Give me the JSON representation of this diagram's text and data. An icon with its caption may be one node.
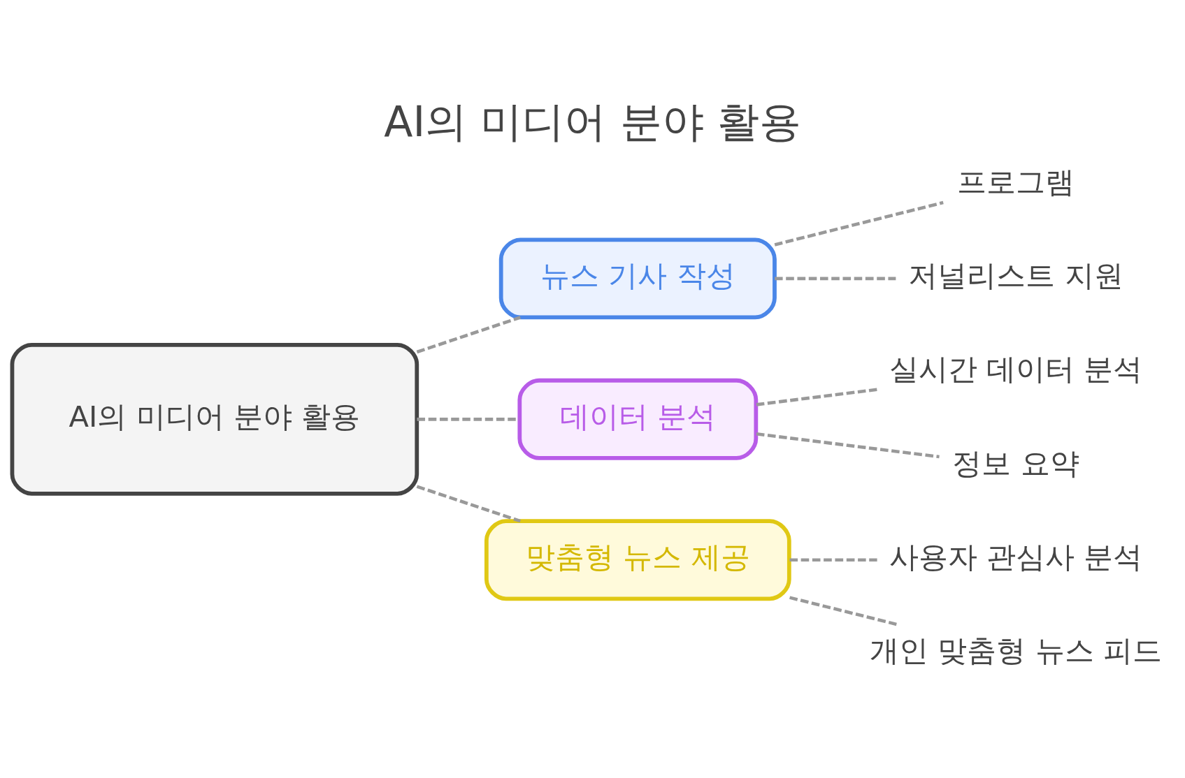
{
  "diagram": {
    "title": "AI의 미디어 분야 활용",
    "nodes": [
      {
        "text": [
          "AI의 미디어 분야 활용"
        ]
      },
      {
        "text": [
          "뉴스 기사 작성"
        ]
      },
      {
        "text": [
          "프로그램"
        ]
      },
      {
        "text": [
          "저널리스트 지원"
        ]
      },
      {
        "text": [
          "데이터 분석"
        ]
      },
      {
        "text": [
          "실시간 데이터 분석"
        ]
      },
      {
        "text": [
          "정보 요약"
        ]
      },
      {
        "text": [
          "맞춤형 뉴스 제공"
        ]
      },
      {
        "text": [
          "사용자 관심사 분석"
        ]
      },
      {
        "text": [
          "개인 맞춤형 뉴스 피드"
        ]
      }
    ],
    "edges": [
      {
        "from": 0,
        "to": 1,
        "arrow": "none",
        "style": "dashed"
      },
      {
        "from": 1,
        "to": 2,
        "arrow": "none",
        "style": "dashed"
      },
      {
        "from": 1,
        "to": 3,
        "arrow": "none",
        "style": "dashed"
      },
      {
        "from": 0,
        "to": 4,
        "arrow": "none",
        "style": "dashed"
      },
      {
        "from": 4,
        "to": 5,
        "arrow": "none",
        "style": "dashed"
      },
      {
        "from": 4,
        "to": 6,
        "arrow": "none",
        "style": "dashed"
      },
      {
        "from": 0,
        "to": 7,
        "arrow": "none",
        "style": "dashed"
      },
      {
        "from": 7,
        "to": 8,
        "arrow": "none",
        "style": "dashed"
      },
      {
        "from": 7,
        "to": 9,
        "arrow": "none",
        "style": "dashed"
      }
    ]
  }
}
